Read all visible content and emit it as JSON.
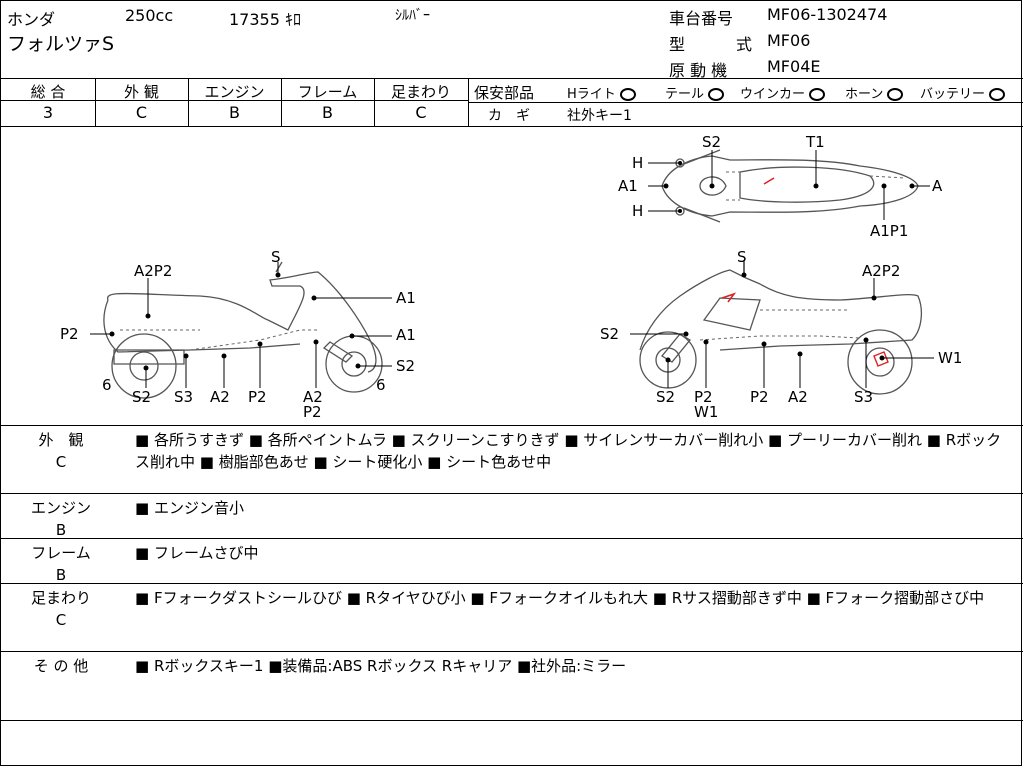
{
  "header": {
    "maker": "ホンダ",
    "displacement": "250cc",
    "mileage": "17355 ｷﾛ",
    "color": "ｼﾙﾊﾞｰ",
    "model_name": "フォルツァS",
    "frame_no_label": "車台番号",
    "frame_no": "MF06-1302474",
    "type_label_1": "型",
    "type_label_2": "式",
    "type_value": "MF06",
    "engine_label": "原 動 機",
    "engine_value": "MF04E"
  },
  "grades": {
    "overall_label": "総 合",
    "overall": "3",
    "exterior_label": "外 観",
    "exterior": "C",
    "engine_label": "エンジン",
    "engine": "B",
    "frame_label": "フレーム",
    "frame": "B",
    "suspension_label": "足まわり",
    "suspension": "C"
  },
  "safety": {
    "label": "保安部品",
    "headlight": "Hライト",
    "tail": "テール",
    "winker": "ウインカー",
    "horn": "ホーン",
    "battery": "バッテリー",
    "key_label": "カ　ギ",
    "key_value": "社外キー1"
  },
  "diagram_labels": {
    "top": [
      "S2",
      "T1",
      "H",
      "A1",
      "H",
      "A",
      "A1P1"
    ],
    "left": [
      "S",
      "A2P2",
      "A1",
      "P2",
      "A1",
      "S2",
      "6",
      "6",
      "S2",
      "S3",
      "A2",
      "P2",
      "A2",
      "P2"
    ],
    "right": [
      "S",
      "A2P2",
      "S2",
      "W1",
      "S2",
      "P2",
      "W1",
      "P2",
      "A2",
      "S3"
    ]
  },
  "remarks": [
    {
      "title": "外　観",
      "grade": "C",
      "text": "■ 各所うすきず ■ 各所ペイントムラ ■ スクリーンこすりきず ■ サイレンサーカバー削れ小 ■ プーリーカバー削れ ■ Rボックス削れ中 ■ 樹脂部色あせ ■ シート硬化小 ■ シート色あせ中"
    },
    {
      "title": "エンジン",
      "grade": "B",
      "text": "■ エンジン音小"
    },
    {
      "title": "フレーム",
      "grade": "B",
      "text": "■ フレームさび中"
    },
    {
      "title": "足まわり",
      "grade": "C",
      "text": "■ Fフォークダストシールひび ■ Rタイヤひび小 ■ Fフォークオイルもれ大 ■ Rサス摺動部きず中 ■ Fフォーク摺動部さび中"
    },
    {
      "title": "そ の 他",
      "grade": "",
      "text": "■ Rボックスキー1 ■装備品:ABS Rボックス Rキャリア ■社外品:ミラー"
    }
  ]
}
